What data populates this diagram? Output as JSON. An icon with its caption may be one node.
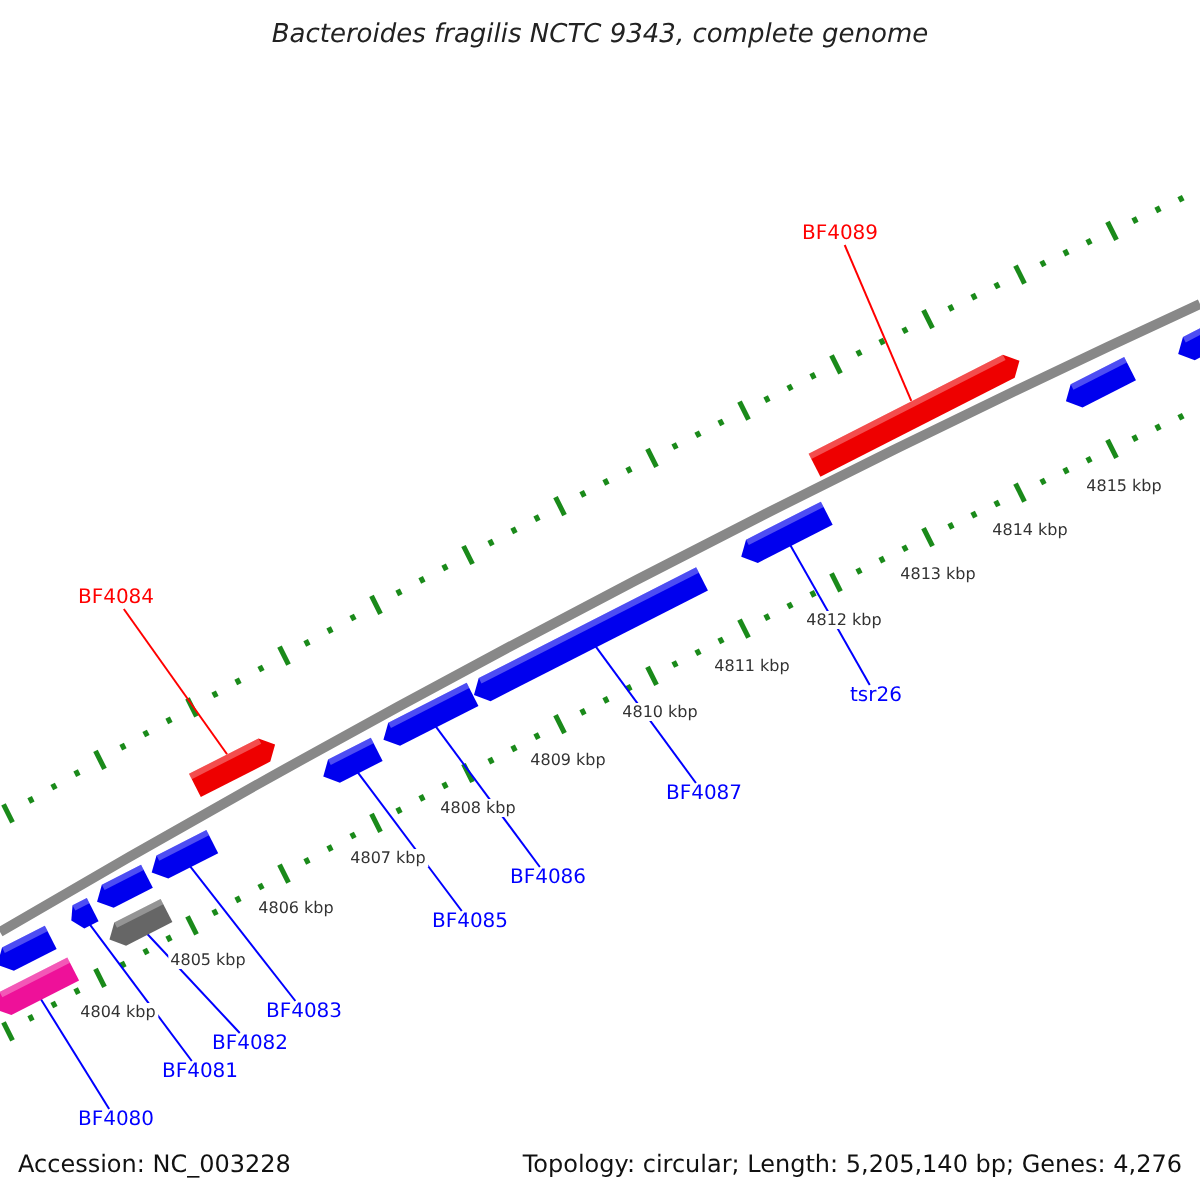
{
  "diagram": {
    "title": "Bacteroides fragilis NCTC 9343, complete genome",
    "nodes": [
      {
        "text": [
          "BF4089"
        ]
      },
      {
        "text": [
          "BF4084"
        ]
      },
      {
        "text": [
          "tsr26"
        ]
      },
      {
        "text": [
          "BF4087"
        ]
      },
      {
        "text": [
          "BF4086"
        ]
      },
      {
        "text": [
          "BF4085"
        ]
      },
      {
        "text": [
          "BF4083"
        ]
      },
      {
        "text": [
          "BF4082"
        ]
      },
      {
        "text": [
          "BF4081"
        ]
      },
      {
        "text": [
          "BF4080"
        ]
      },
      {
        "text": [],
        "shape": "arrow"
      },
      {
        "text": [],
        "shape": "arrow"
      },
      {
        "text": [],
        "shape": "arrow"
      },
      {
        "text": [],
        "shape": "arrow"
      },
      {
        "text": [],
        "shape": "arrow"
      },
      {
        "text": [],
        "shape": "arrow"
      },
      {
        "text": [],
        "shape": "arrow"
      },
      {
        "text": [],
        "shape": "arrow"
      },
      {
        "text": [],
        "shape": "arrow"
      },
      {
        "text": [],
        "shape": "arrow"
      },
      {
        "text": [],
        "shape": "arrow"
      },
      {
        "text": [],
        "shape": "arrow"
      },
      {
        "text": [],
        "shape": "arrow"
      },
      {
        "text": [],
        "shape": "arrow"
      }
    ],
    "edges": [
      {
        "from": 0,
        "to": 21,
        "arrow": "none",
        "color": "#ff0000"
      },
      {
        "from": 1,
        "to": 16,
        "arrow": "none",
        "color": "#ff0000"
      },
      {
        "from": 2,
        "to": 20,
        "arrow": "none"
      },
      {
        "from": 3,
        "to": 19,
        "arrow": "none"
      },
      {
        "from": 4,
        "to": 18,
        "arrow": "none"
      },
      {
        "from": 5,
        "to": 17,
        "arrow": "none"
      },
      {
        "from": 6,
        "to": 15,
        "arrow": "none"
      },
      {
        "from": 7,
        "to": 14,
        "arrow": "none"
      },
      {
        "from": 8,
        "to": 12,
        "arrow": "none"
      },
      {
        "from": 9,
        "to": 11,
        "arrow": "none"
      }
    ],
    "labels": [
      "4815 kbp",
      "4814 kbp",
      "4813 kbp",
      "4812 kbp",
      "4811 kbp",
      "4810 kbp",
      "4809 kbp",
      "4808 kbp",
      "4807 kbp",
      "4806 kbp",
      "4805 kbp",
      "4804 kbp",
      "Accession: NC_003228",
      "Topology: circular; Length: 5,205,140 bp; Genes: 4,276"
    ]
  }
}
